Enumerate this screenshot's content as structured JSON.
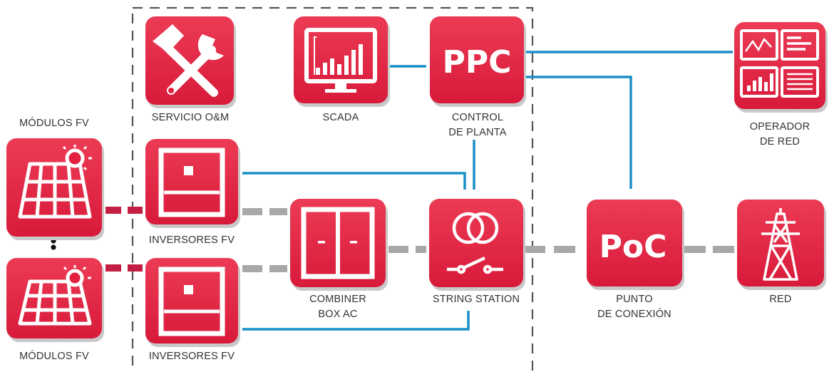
{
  "colors": {
    "tile_fill": "#E3203F",
    "tile_shadow": "#C9C9C9",
    "icon": "#FFFFFF",
    "data_line": "#1A8FC8",
    "power_line": "#A8A8A8",
    "dc_line": "#C41E44",
    "boundary": "#555555",
    "label_text": "#333333"
  },
  "nodes": {
    "modules_top": {
      "icon": "solar-panel-icon",
      "label": "MÓDULOS FV"
    },
    "modules_bottom": {
      "icon": "solar-panel-icon",
      "label": "MÓDULOS FV"
    },
    "ellipsis": {
      "icon": "vertical-ellipsis-icon"
    },
    "om_service": {
      "icon": "hammer-wrench-icon",
      "label": "SERVICIO O&M"
    },
    "scada": {
      "icon": "monitor-chart-icon",
      "label": "SCADA"
    },
    "plant_control": {
      "text": "PPC",
      "label_lines": [
        "CONTROL",
        "DE PLANTA"
      ]
    },
    "inverters_top": {
      "icon": "inverter-icon",
      "label": "INVERSORES FV"
    },
    "inverters_bottom": {
      "icon": "inverter-icon",
      "label": "INVERSORES FV"
    },
    "combiner": {
      "icon": "combiner-box-icon",
      "label_lines": [
        "COMBINER",
        "BOX AC"
      ]
    },
    "string_station": {
      "icon": "transformer-switch-icon",
      "label": "STRING STATION"
    },
    "poc": {
      "text": "PoC",
      "label_lines": [
        "PUNTO",
        "DE CONEXIÓN"
      ]
    },
    "grid_operator": {
      "icon": "dashboard-screens-icon",
      "label_lines": [
        "OPERADOR",
        "DE RED"
      ]
    },
    "grid": {
      "icon": "transmission-tower-icon",
      "label": "RED"
    }
  }
}
